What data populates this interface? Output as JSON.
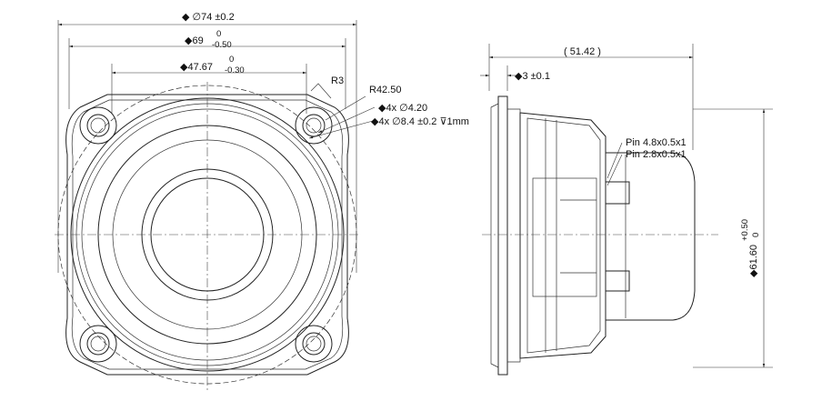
{
  "front_view": {
    "dim_outer": "◆ ∅74 ±0.2",
    "dim_frame_main": "◆69",
    "dim_frame_tol_upper": "0",
    "dim_frame_tol_lower": "-0.50",
    "dim_inner_main": "◆47.67",
    "dim_inner_tol_upper": "0",
    "dim_inner_tol_lower": "-0.30",
    "radius_corner": "R3",
    "radius_arc": "R42.50",
    "hole_small": "◆4x ∅4.20",
    "hole_counterbore": "◆4x ∅8.4 ±0.2 ⊽1mm"
  },
  "side_view": {
    "dim_depth": "( 51.42 )",
    "dim_flange": "◆3 ±0.1",
    "pin_large": "Pin 4.8x0.5x1",
    "pin_small": "Pin 2.8x0.5x1",
    "dim_height_main": "◆61.60",
    "dim_height_tol_upper": "+0.50",
    "dim_height_tol_lower": "0"
  }
}
